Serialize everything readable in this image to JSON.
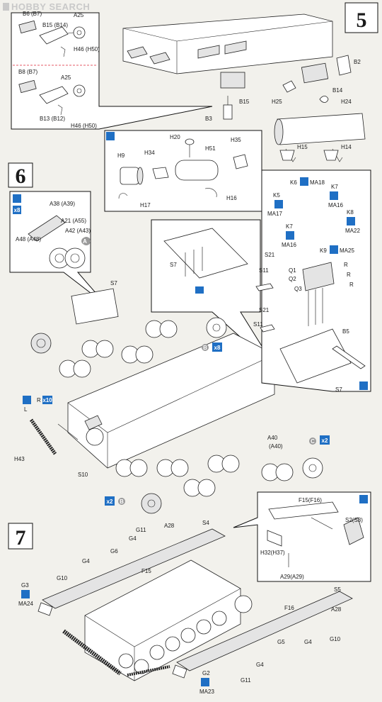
{
  "watermark": "HOBBY SEARCH",
  "steps": [
    "5",
    "6",
    "7"
  ],
  "step5": {
    "inset_labels": [
      "B6 (B7)",
      "A25",
      "B15 (B14)",
      "H46 (H50)",
      "B8 (B7)",
      "A25",
      "B13 (B12)",
      "H46 (H50)"
    ],
    "main_labels": [
      "B2",
      "B14",
      "H25",
      "H24",
      "B15",
      "B3",
      "H15",
      "H14"
    ],
    "exhaust_labels": [
      "H20",
      "H35",
      "H9",
      "H34",
      "H51",
      "H17",
      "H16"
    ]
  },
  "step6": {
    "wheel_inset": {
      "labels": [
        "A38 (A39)",
        "A21 (A55)",
        "A42 (A43)",
        "A48 (A48)"
      ],
      "count": "x8"
    },
    "hull_labels": [
      "S7",
      "L",
      "R",
      "H43",
      "S10",
      "A40",
      "(A40)"
    ],
    "counts": {
      "road_wheels": "x8",
      "idler": "x2",
      "sprocket": "x2",
      "track": "x10"
    },
    "detail_labels": [
      "S7",
      "S21",
      "S11",
      "S21",
      "S11",
      "Q1",
      "Q2",
      "Q3",
      "R",
      "R",
      "R",
      "B5",
      "S7"
    ],
    "photo_etch": [
      "K6",
      "MA18",
      "K5",
      "MA17",
      "K7",
      "MA16",
      "K8",
      "MA22",
      "K7",
      "MA16",
      "K9",
      "MA25"
    ],
    "markers": [
      "A",
      "B",
      "C"
    ]
  },
  "step7": {
    "labels": [
      "G11",
      "A28",
      "S4",
      "G4",
      "G6",
      "G4",
      "F15",
      "G10",
      "G3",
      "MA24",
      "S5",
      "F16",
      "A28",
      "G10",
      "G4",
      "G5",
      "G4",
      "G2",
      "MA23",
      "G11"
    ],
    "inset_labels": [
      "F15(F16)",
      "S2(S3)",
      "H32(H37)",
      "A29(A29)"
    ]
  }
}
